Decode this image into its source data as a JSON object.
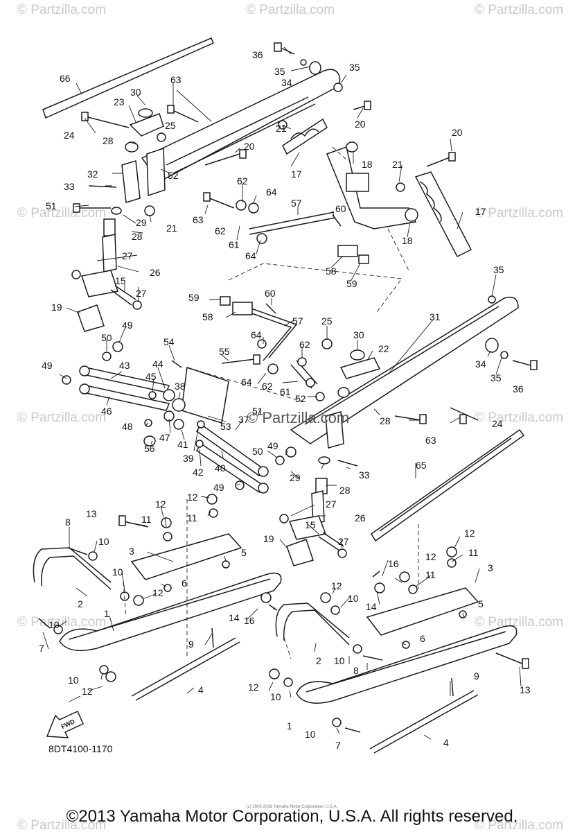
{
  "watermark": "© Partzilla.com",
  "center_watermark": "© Partzilla.com",
  "diagram_code": "8DT4100-1170",
  "fwd_label": "FWD",
  "copyright": "©2013 Yamaha Motor Corporation, U.S.A. All rights reserved.",
  "small_credit": "(c) 2005-2016 Yamaha Motor Corporation, U.S.A.",
  "callouts": [
    {
      "id": "c1",
      "text": "66"
    },
    {
      "id": "c2",
      "text": "36"
    },
    {
      "id": "c3",
      "text": "35"
    },
    {
      "id": "c4",
      "text": "35"
    },
    {
      "id": "c5",
      "text": "34"
    },
    {
      "id": "c6",
      "text": "63"
    },
    {
      "id": "c7",
      "text": "30"
    },
    {
      "id": "c8",
      "text": "23"
    },
    {
      "id": "c9",
      "text": "25"
    },
    {
      "id": "c10",
      "text": "24"
    },
    {
      "id": "c11",
      "text": "28"
    },
    {
      "id": "c12",
      "text": "20"
    },
    {
      "id": "c13",
      "text": "21"
    },
    {
      "id": "c14",
      "text": "20"
    },
    {
      "id": "c15",
      "text": "32"
    },
    {
      "id": "c16",
      "text": "52"
    },
    {
      "id": "c17",
      "text": "17"
    },
    {
      "id": "c18",
      "text": "18"
    },
    {
      "id": "c19",
      "text": "20"
    },
    {
      "id": "c20",
      "text": "21"
    },
    {
      "id": "c21",
      "text": "33"
    },
    {
      "id": "c22",
      "text": "62"
    },
    {
      "id": "c23",
      "text": "64"
    },
    {
      "id": "c24",
      "text": "63"
    },
    {
      "id": "c25",
      "text": "51"
    },
    {
      "id": "c26",
      "text": "29"
    },
    {
      "id": "c27",
      "text": "21"
    },
    {
      "id": "c28",
      "text": "57"
    },
    {
      "id": "c29",
      "text": "60"
    },
    {
      "id": "c30",
      "text": "62"
    },
    {
      "id": "c31",
      "text": "28"
    },
    {
      "id": "c32",
      "text": "61"
    },
    {
      "id": "c33",
      "text": "18"
    },
    {
      "id": "c34",
      "text": "17"
    },
    {
      "id": "c35",
      "text": "64"
    },
    {
      "id": "c36",
      "text": "27"
    },
    {
      "id": "c37",
      "text": "58"
    },
    {
      "id": "c38",
      "text": "26"
    },
    {
      "id": "c39",
      "text": "59"
    },
    {
      "id": "c40",
      "text": "15"
    },
    {
      "id": "c41",
      "text": "27"
    },
    {
      "id": "c42",
      "text": "35"
    },
    {
      "id": "c43",
      "text": "19"
    },
    {
      "id": "c44",
      "text": "59"
    },
    {
      "id": "c45",
      "text": "60"
    },
    {
      "id": "c46",
      "text": "58"
    },
    {
      "id": "c47",
      "text": "57"
    },
    {
      "id": "c48",
      "text": "31"
    },
    {
      "id": "c49",
      "text": "25"
    },
    {
      "id": "c50",
      "text": "30"
    },
    {
      "id": "c51",
      "text": "49"
    },
    {
      "id": "c52",
      "text": "50"
    },
    {
      "id": "c53",
      "text": "64"
    },
    {
      "id": "c54",
      "text": "62"
    },
    {
      "id": "c55",
      "text": "22"
    },
    {
      "id": "c56",
      "text": "34"
    },
    {
      "id": "c57",
      "text": "54"
    },
    {
      "id": "c58",
      "text": "55"
    },
    {
      "id": "c59",
      "text": "49"
    },
    {
      "id": "c60",
      "text": "43"
    },
    {
      "id": "c61",
      "text": "44"
    },
    {
      "id": "c62",
      "text": "45"
    },
    {
      "id": "c63",
      "text": "64"
    },
    {
      "id": "c64",
      "text": "62"
    },
    {
      "id": "c65",
      "text": "61"
    },
    {
      "id": "c66",
      "text": "35"
    },
    {
      "id": "c67",
      "text": "38"
    },
    {
      "id": "c68",
      "text": "36"
    },
    {
      "id": "c69",
      "text": "46"
    },
    {
      "id": "c70",
      "text": "52"
    },
    {
      "id": "c71",
      "text": "28"
    },
    {
      "id": "c72",
      "text": "51"
    },
    {
      "id": "c73",
      "text": "24"
    },
    {
      "id": "c74",
      "text": "63"
    },
    {
      "id": "c75",
      "text": "48"
    },
    {
      "id": "c76",
      "text": "47"
    },
    {
      "id": "c77",
      "text": "41"
    },
    {
      "id": "c78",
      "text": "53"
    },
    {
      "id": "c79",
      "text": "37"
    },
    {
      "id": "c80",
      "text": "56"
    },
    {
      "id": "c81",
      "text": "39"
    },
    {
      "id": "c82",
      "text": "49"
    },
    {
      "id": "c83",
      "text": "50"
    },
    {
      "id": "c84",
      "text": "40"
    },
    {
      "id": "c85",
      "text": "42"
    },
    {
      "id": "c86",
      "text": "29"
    },
    {
      "id": "c87",
      "text": "33"
    },
    {
      "id": "c88",
      "text": "65"
    },
    {
      "id": "c89",
      "text": "49"
    },
    {
      "id": "c90",
      "text": "28"
    },
    {
      "id": "c91",
      "text": "12"
    },
    {
      "id": "c92",
      "text": "27"
    },
    {
      "id": "c93",
      "text": "12"
    },
    {
      "id": "c94",
      "text": "26"
    },
    {
      "id": "c95",
      "text": "13"
    },
    {
      "id": "c96",
      "text": "11"
    },
    {
      "id": "c97",
      "text": "11"
    },
    {
      "id": "c98",
      "text": "15"
    },
    {
      "id": "c99",
      "text": "8"
    },
    {
      "id": "c100",
      "text": "10"
    },
    {
      "id": "c101",
      "text": "19"
    },
    {
      "id": "c102",
      "text": "27"
    },
    {
      "id": "c103",
      "text": "12"
    },
    {
      "id": "c104",
      "text": "3"
    },
    {
      "id": "c105",
      "text": "5"
    },
    {
      "id": "c106",
      "text": "16"
    },
    {
      "id": "c107",
      "text": "12"
    },
    {
      "id": "c108",
      "text": "11"
    },
    {
      "id": "c109",
      "text": "10"
    },
    {
      "id": "c110",
      "text": "6"
    },
    {
      "id": "c111",
      "text": "11"
    },
    {
      "id": "c112",
      "text": "3"
    },
    {
      "id": "c113",
      "text": "12"
    },
    {
      "id": "c114",
      "text": "2"
    },
    {
      "id": "c115",
      "text": "12"
    },
    {
      "id": "c116",
      "text": "14"
    },
    {
      "id": "c117",
      "text": "1"
    },
    {
      "id": "c118",
      "text": "14"
    },
    {
      "id": "c119",
      "text": "16"
    },
    {
      "id": "c120",
      "text": "10"
    },
    {
      "id": "c121",
      "text": "5"
    },
    {
      "id": "c122",
      "text": "10"
    },
    {
      "id": "c123",
      "text": "7"
    },
    {
      "id": "c124",
      "text": "9"
    },
    {
      "id": "c125",
      "text": "6"
    },
    {
      "id": "c126",
      "text": "2"
    },
    {
      "id": "c127",
      "text": "10"
    },
    {
      "id": "c128",
      "text": "8"
    },
    {
      "id": "c129",
      "text": "13"
    },
    {
      "id": "c130",
      "text": "10"
    },
    {
      "id": "c131",
      "text": "12"
    },
    {
      "id": "c132",
      "text": "4"
    },
    {
      "id": "c133",
      "text": "12"
    },
    {
      "id": "c134",
      "text": "10"
    },
    {
      "id": "c135",
      "text": "9"
    },
    {
      "id": "c136",
      "text": "1"
    },
    {
      "id": "c137",
      "text": "10"
    },
    {
      "id": "c138",
      "text": "7"
    },
    {
      "id": "c139",
      "text": "4"
    }
  ]
}
